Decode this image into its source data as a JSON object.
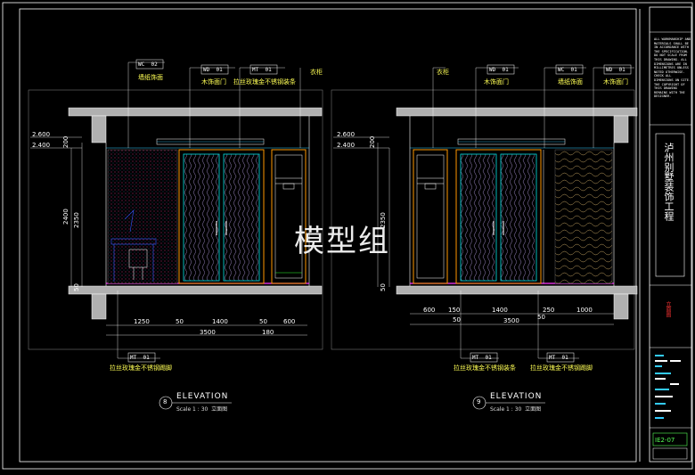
{
  "watermark": "模型组",
  "title_block": {
    "project": "泸州别墅装饰工程",
    "notes": "ALL WORKMANSHIP AND MATERIALS SHALL BE IN ACCORDANCE WITH THE SPECIFICATION. DO NOT SCALE FROM THIS DRAWING. ALL DIMENSIONS ARE IN MILLIMETRES UNLESS NOTED OTHERWISE. CHECK ALL DIMENSIONS ON SITE. THE COPYRIGHT OF THIS DRAWING REMAINS WITH THE DESIGNER.",
    "sheet_red": "立面图",
    "drawing_no": "IE2-07"
  },
  "elev8": {
    "levels": [
      "2.600",
      "2.400"
    ],
    "vertical_dims": [
      "200",
      "2400",
      "2350",
      "50"
    ],
    "tags": [
      {
        "code": "WC",
        "num": "02",
        "label": "墙纸饰面"
      },
      {
        "code": "WD",
        "num": "01",
        "label": "木饰面门"
      },
      {
        "code": "MT",
        "num": "01",
        "label": "拉丝玫瑰金不锈钢装条"
      },
      {
        "code": "",
        "num": "",
        "label": "衣柜"
      }
    ],
    "bottom_tag": {
      "code": "MT",
      "num": "01",
      "label": "拉丝玫瑰金不锈钢踢脚"
    },
    "dims_top": [
      "1250",
      "50",
      "1400",
      "50",
      "600"
    ],
    "dims_total": "3500",
    "dims_extra": "180",
    "number": "8",
    "title": "ELEVATION",
    "scale": "Scale 1 : 30",
    "scale_cn": "立面图"
  },
  "elev9": {
    "levels": [
      "2.600",
      "2.400"
    ],
    "vertical_dims": [
      "200",
      "2350",
      "50"
    ],
    "tags": [
      {
        "code": "",
        "num": "",
        "label": "衣柜"
      },
      {
        "code": "WD",
        "num": "01",
        "label": "木饰面门"
      },
      {
        "code": "WC",
        "num": "01",
        "label": "墙纸饰面"
      },
      {
        "code": "WD",
        "num": "01",
        "label": "木饰面门"
      }
    ],
    "bottom_tags": [
      {
        "code": "MT",
        "num": "01",
        "label": "拉丝玫瑰金不锈钢装条"
      },
      {
        "code": "MT",
        "num": "01",
        "label": "拉丝玫瑰金不锈钢踢脚"
      }
    ],
    "dims_top": [
      "600",
      "150",
      "1400",
      "250",
      "1000"
    ],
    "dims_total": "3500",
    "dims_extra_a": "50",
    "dims_extra_b": "50",
    "number": "9",
    "title": "ELEVATION",
    "scale": "Scale 1 : 30",
    "scale_cn": "立面图"
  },
  "colors": {
    "frame": "#ffffff",
    "yellow": "#ffff55",
    "cyan": "#00e5e5",
    "wall_fill": "#b0b0b0",
    "magenta": "#ff33ff",
    "orange": "#ff9900",
    "green": "#33ff33"
  }
}
